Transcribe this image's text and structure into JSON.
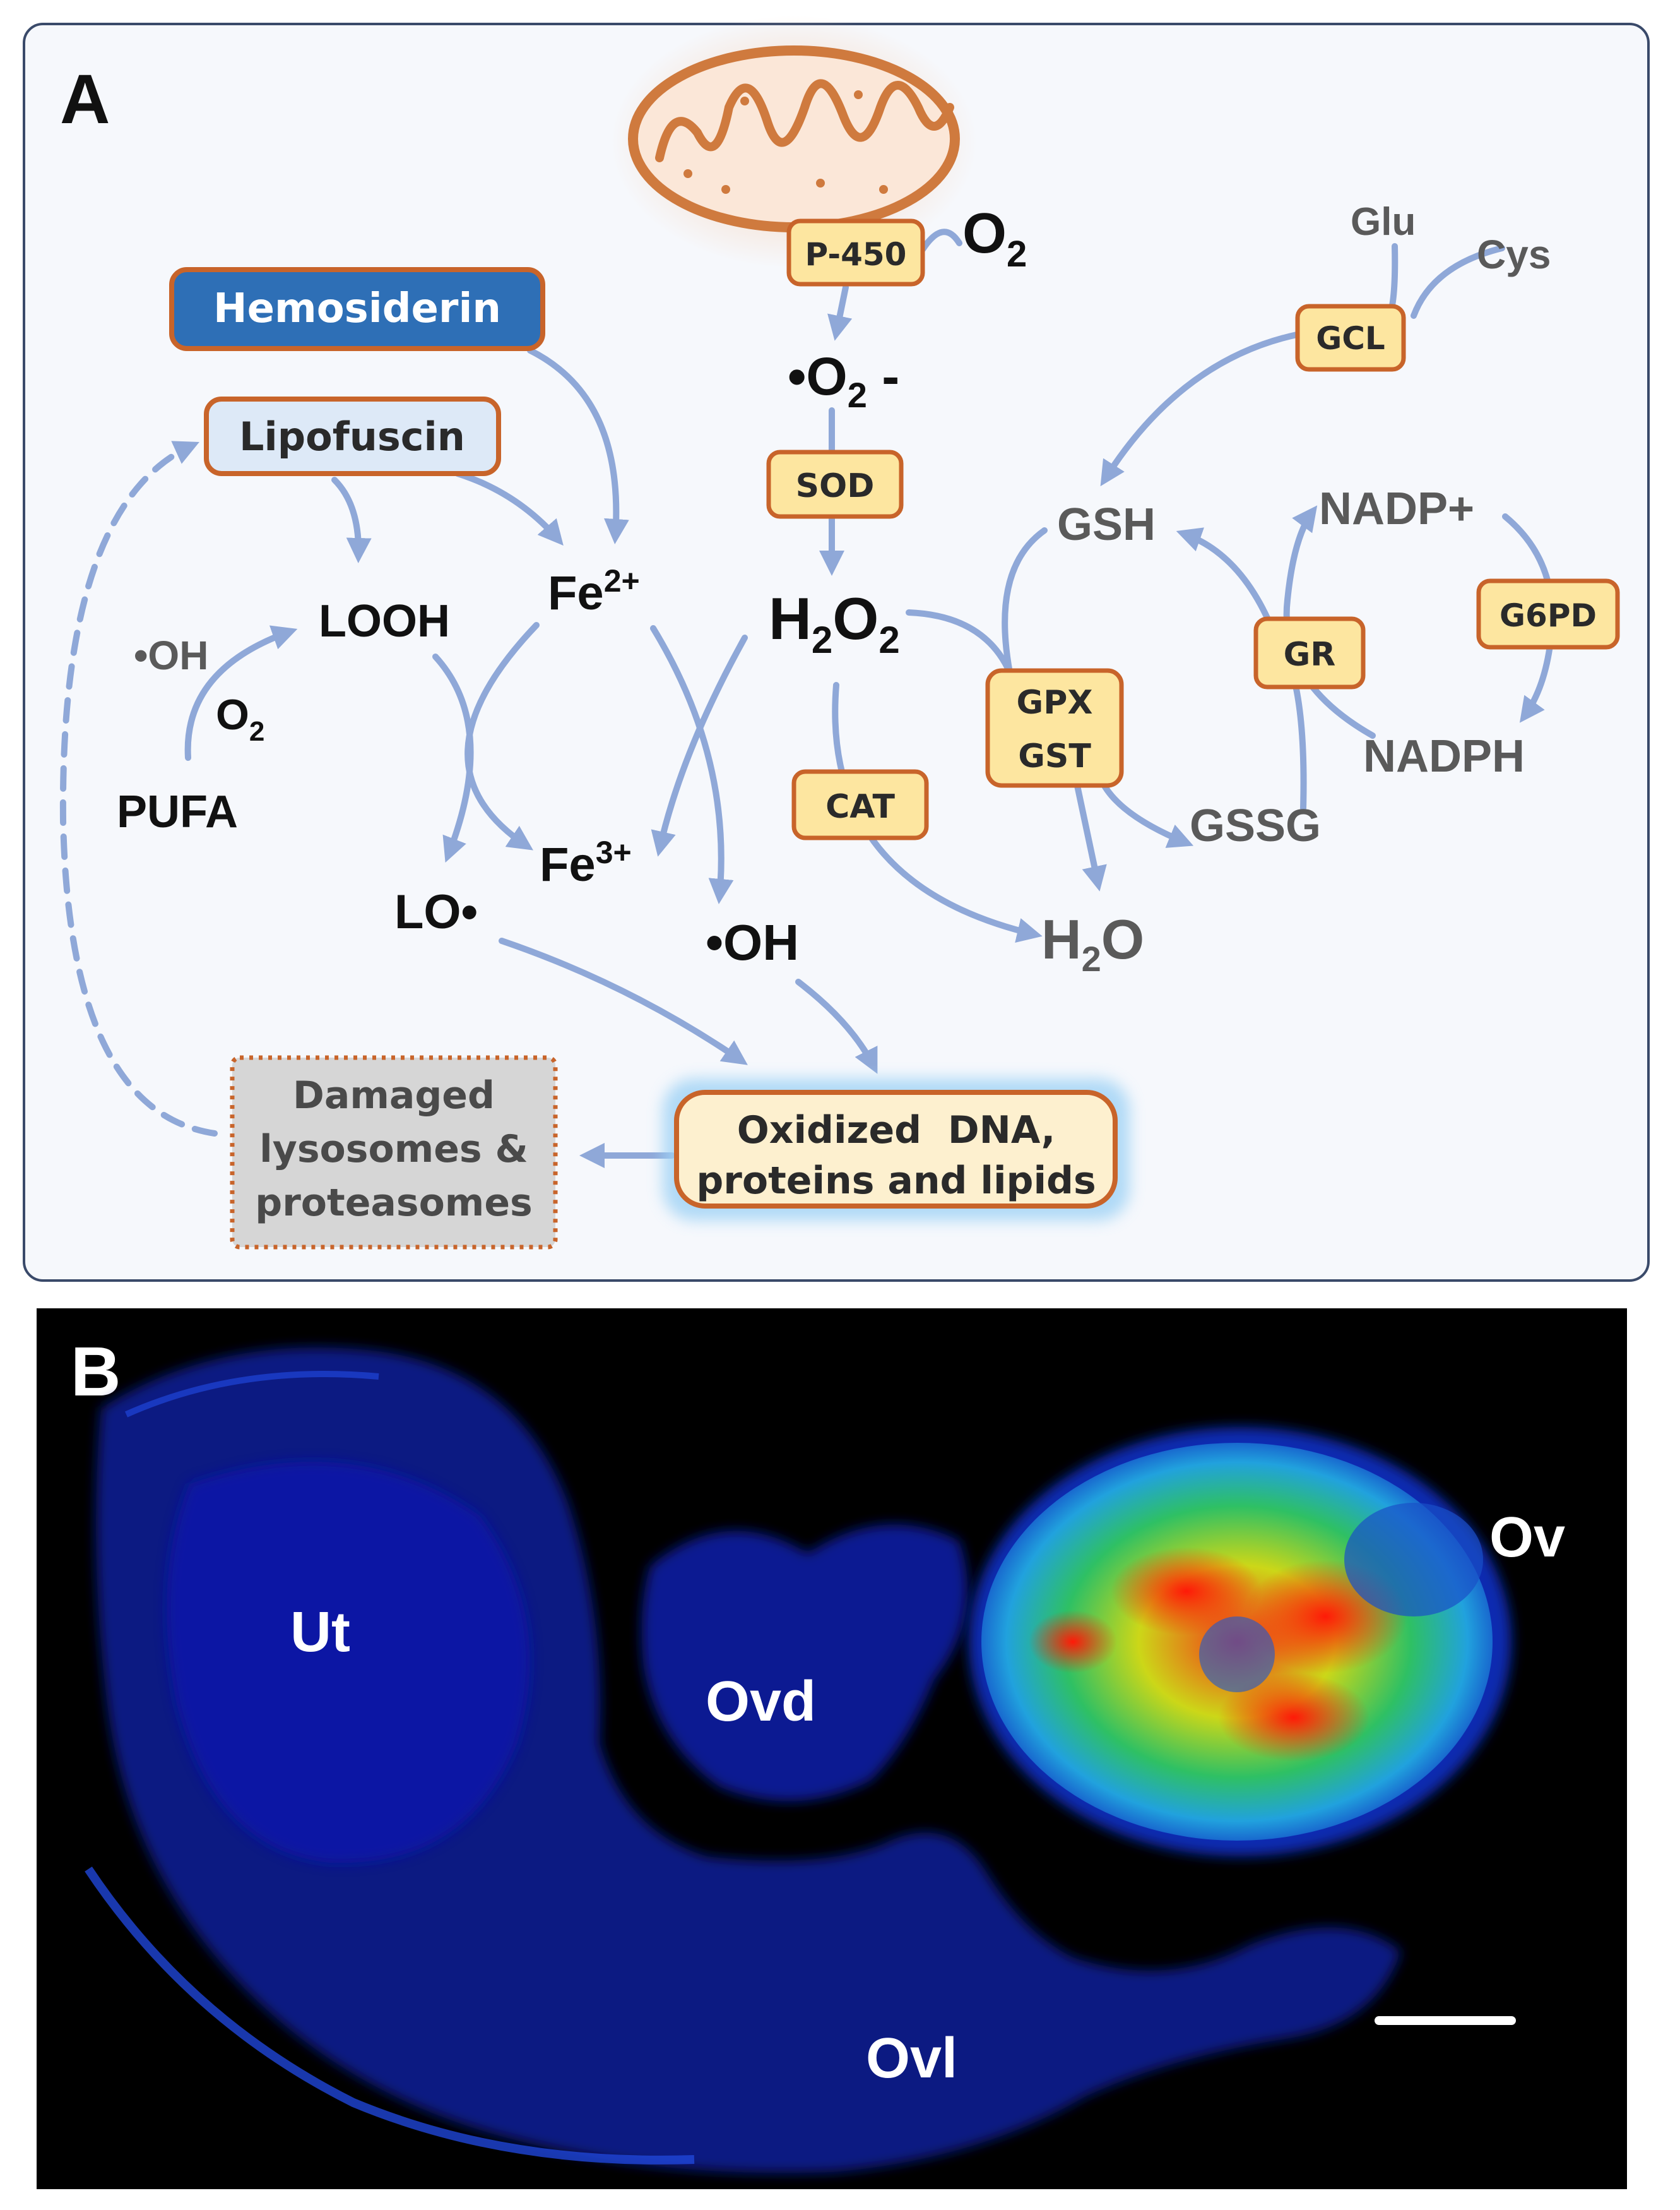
{
  "panel_a": {
    "letter": "A",
    "colors": {
      "background": "#f6f8fc",
      "panel_border": "#3a4a6a",
      "arrow": "#8fa8d8",
      "enzyme_fill": "#fde6a0",
      "enzyme_border": "#c8642a",
      "hemosiderin_fill": "#2e6fb6",
      "lipofuscin_fill": "#dde9f7",
      "mitochondrion": "#cf7a3e"
    },
    "icons": {
      "organelle": "mitochondrion-icon"
    },
    "boxes": {
      "hemosiderin": "Hemosiderin",
      "lipofuscin": "Lipofuscin",
      "p450": "P-450",
      "sod": "SOD",
      "cat": "CAT",
      "gcl": "GCL",
      "gpx": "GPX",
      "gst": "GST",
      "gr": "GR",
      "g6pd": "G6PD",
      "damaged_line1": "Damaged",
      "damaged_line2": "lysosomes &",
      "damaged_line3": "proteasomes",
      "oxidized_line1": "Oxidized  DNA,",
      "oxidized_line2": "proteins and lipids"
    },
    "labels": {
      "o2_top": "O",
      "o2_top_sub": "2",
      "superoxide_main": "•O",
      "superoxide_sub": "2",
      "superoxide_charge": " -",
      "h2o2_h": "H",
      "h2o2_sub1": "2",
      "h2o2_o": "O",
      "h2o2_sub2": "2",
      "fe2": "Fe",
      "fe2_sup": "2+",
      "fe3": "Fe",
      "fe3_sup": "3+",
      "looh": "LOOH",
      "lo_radical": "LO•",
      "oh_radical": "•OH",
      "oh_small": "•OH",
      "o2_small": "O",
      "o2_small_sub": "2",
      "pufa": "PUFA",
      "h2o_h": "H",
      "h2o_sub": "2",
      "h2o_o": "O",
      "glu": "Glu",
      "cys": "Cys",
      "gsh": "GSH",
      "gssg": "GSSG",
      "nadp_plus": "NADP+",
      "nadph": "NADPH"
    }
  },
  "panel_b": {
    "letter": "B",
    "labels": {
      "ut": "Ut",
      "ovd": "Ovd",
      "ov": "Ov",
      "ovl": "Ovl"
    },
    "colors": {
      "background": "#000000",
      "low_signal": "#1a2fc8",
      "mid_signal": "#36d2e8",
      "high_signal": "#ff2a10"
    }
  }
}
